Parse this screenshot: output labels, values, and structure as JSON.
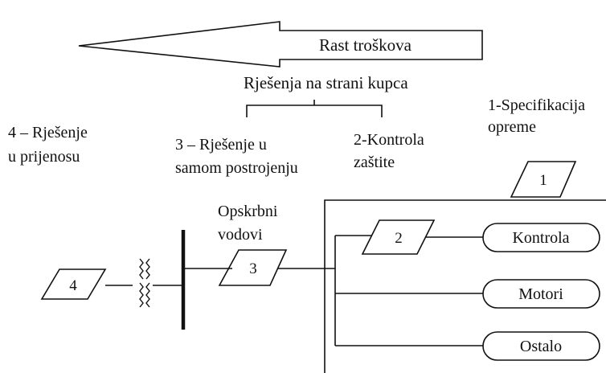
{
  "labels": {
    "cost_growth": "Rast troškova",
    "customer_side": "Rješenja na strani kupca",
    "sol4_line1": "4 – Rješenje",
    "sol4_line2": "u prijenosu",
    "sol3_line1": "3 – Rješenje u",
    "sol3_line2": "samom postrojenju",
    "sol2_line1": "2-Kontrola",
    "sol2_line2": "zaštite",
    "sol1_line1": "1-Specifikacija",
    "sol1_line2": "opreme",
    "supply_line1": "Opskrbni",
    "supply_line2": "vodovi"
  },
  "boxes": {
    "b1": "1",
    "b2": "2",
    "b3": "3",
    "b4": "4"
  },
  "loads": {
    "kontrola": "Kontrola",
    "motori": "Motori",
    "ostalo": "Ostalo"
  }
}
